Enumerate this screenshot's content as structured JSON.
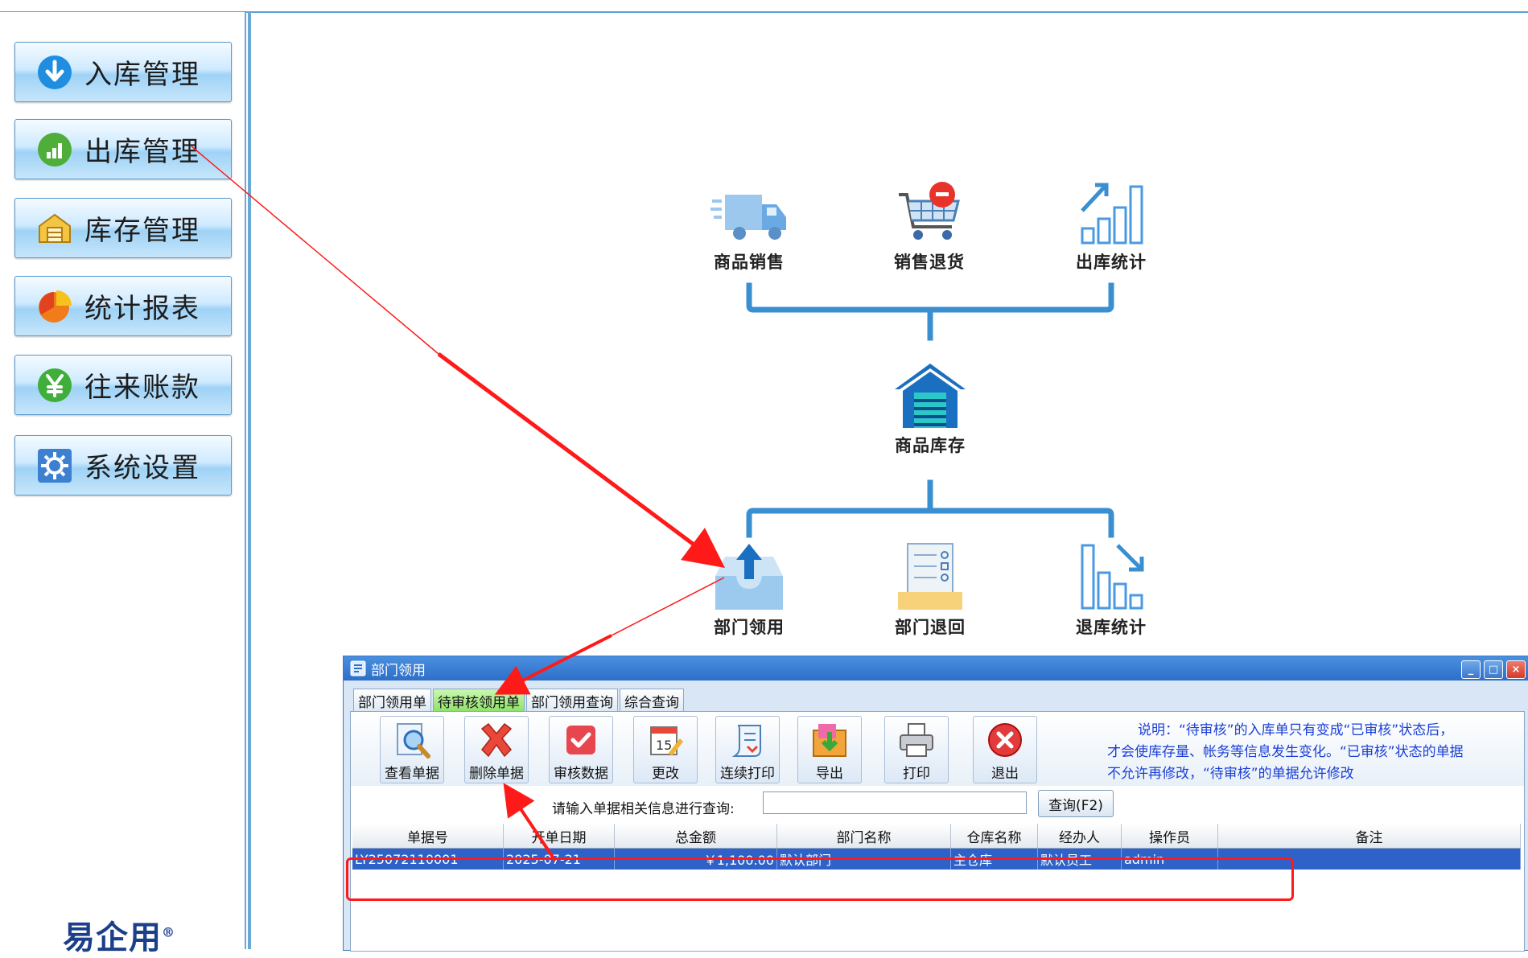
{
  "sidebar": {
    "items": [
      {
        "label": "入库管理",
        "icon": "download-icon"
      },
      {
        "label": "出库管理",
        "icon": "bar-chart-icon"
      },
      {
        "label": "库存管理",
        "icon": "warehouse-box-icon"
      },
      {
        "label": "统计报表",
        "icon": "pie-chart-icon"
      },
      {
        "label": "往来账款",
        "icon": "yen-icon"
      },
      {
        "label": "系统设置",
        "icon": "gear-icon"
      }
    ],
    "brand": "易企用",
    "brand_mark": "®"
  },
  "flow": {
    "top": [
      "商品销售",
      "销售退货",
      "出库统计"
    ],
    "center": "商品库存",
    "bottom": [
      "部门领用",
      "部门退回",
      "退库统计"
    ]
  },
  "window": {
    "title": "部门领用",
    "controls": {
      "minimize": "_",
      "maximize": "□",
      "close": "×"
    },
    "tabs": [
      "部门领用单",
      "待审核领用单",
      "部门领用查询",
      "综合查询"
    ],
    "active_tab": 1,
    "toolbar": [
      "查看单据",
      "删除单据",
      "审核数据",
      "更改",
      "连续打印",
      "导出",
      "打印",
      "退出"
    ],
    "note": {
      "line1": "说明：“待审核”的入库单只有变成“已审核”状态后，",
      "line2": "才会使库存量、帐务等信息发生变化。“已审核”状态的单据",
      "line3": "不允许再修改，“待审核”的单据允许修改"
    },
    "search": {
      "label": "请输入单据相关信息进行查询:",
      "value": "",
      "button": "查询(F2)"
    },
    "grid": {
      "columns": [
        "单据号",
        "开单日期",
        "总金额",
        "部门名称",
        "仓库名称",
        "经办人",
        "操作员",
        "备注"
      ],
      "rows": [
        [
          "LY25072110001",
          "2025-07-21",
          "￥1,100.00",
          "默认部门",
          "主仓库",
          "默认员工",
          "admin",
          ""
        ]
      ]
    }
  },
  "colors": {
    "accent": "#2f62c9",
    "annotation": "#ff1a1a",
    "flow_line": "#3a8fd0"
  }
}
